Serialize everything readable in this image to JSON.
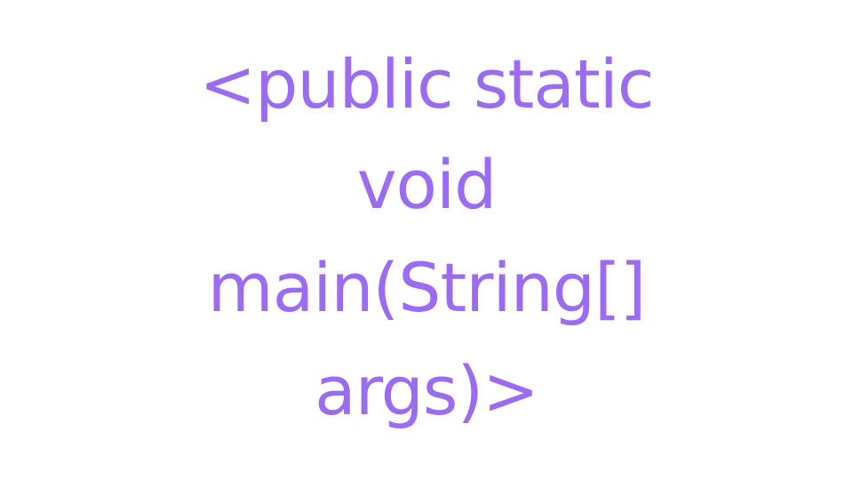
{
  "code_text": {
    "line_1": "<public static",
    "line_2": "void",
    "line_3": "main(String[]",
    "line_4": "args)>"
  },
  "colors": {
    "text": "#9b6cf2",
    "background": "#ffffff"
  }
}
